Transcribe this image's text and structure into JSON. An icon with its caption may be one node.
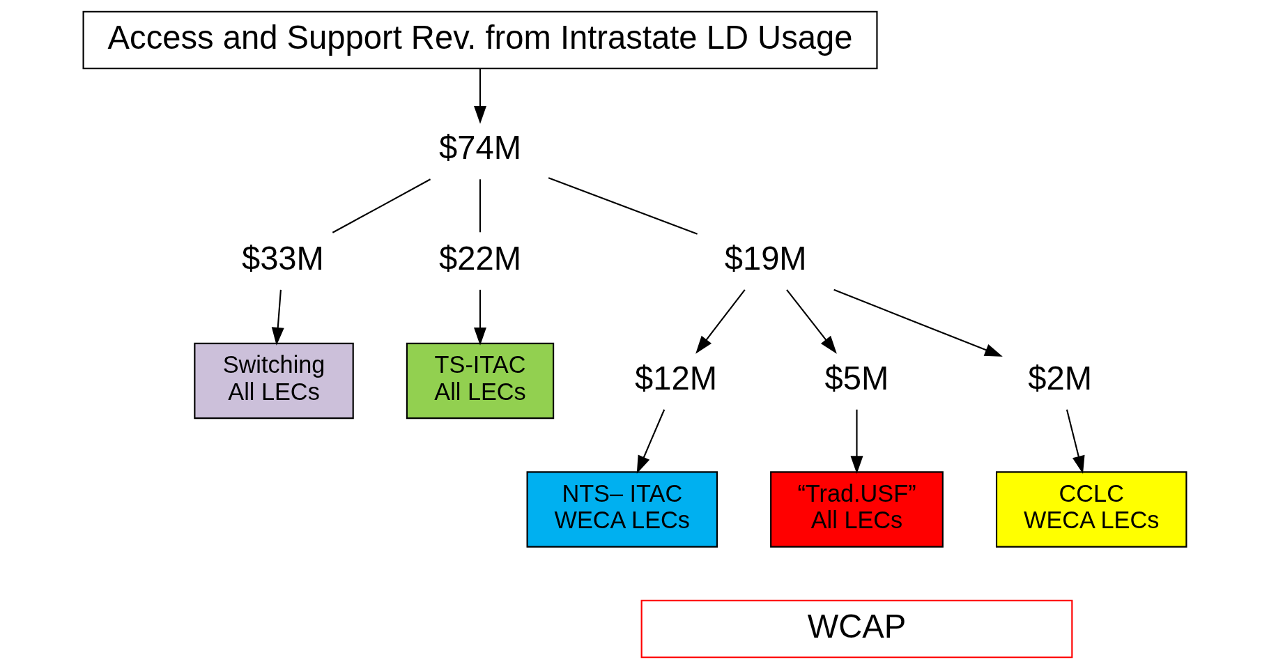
{
  "diagram": {
    "nodes": [
      {
        "text": [
          "Access and Support Rev. from Intrastate LD Usage"
        ]
      },
      {
        "text": [
          "$74M"
        ]
      },
      {
        "text": [
          "$33M"
        ]
      },
      {
        "text": [
          "$22M"
        ]
      },
      {
        "text": [
          "$19M"
        ]
      },
      {
        "text": [
          "Switching",
          "All LECs"
        ]
      },
      {
        "text": [
          "TS-ITAC",
          "All LECs"
        ]
      },
      {
        "text": [
          "$12M"
        ]
      },
      {
        "text": [
          "$5M"
        ]
      },
      {
        "text": [
          "$2M"
        ]
      },
      {
        "text": [
          "NTS– ITAC",
          "WECA LECs"
        ]
      },
      {
        "text": [
          "“Trad.USF”",
          "All LECs"
        ]
      },
      {
        "text": [
          "CCLC",
          "WECA LECs"
        ]
      },
      {
        "text": [
          "WCAP"
        ]
      }
    ],
    "edges": [
      {
        "from": 0,
        "to": 1,
        "arrow": "to"
      },
      {
        "from": 1,
        "to": 2,
        "arrow": "none"
      },
      {
        "from": 1,
        "to": 3,
        "arrow": "none"
      },
      {
        "from": 1,
        "to": 4,
        "arrow": "none"
      },
      {
        "from": 2,
        "to": 5,
        "arrow": "to"
      },
      {
        "from": 3,
        "to": 6,
        "arrow": "to"
      },
      {
        "from": 4,
        "to": 7,
        "arrow": "to"
      },
      {
        "from": 4,
        "to": 8,
        "arrow": "to"
      },
      {
        "from": 4,
        "to": 9,
        "arrow": "to"
      },
      {
        "from": 7,
        "to": 10,
        "arrow": "to"
      },
      {
        "from": 8,
        "to": 11,
        "arrow": "to"
      },
      {
        "from": 9,
        "to": 12,
        "arrow": "to"
      }
    ]
  }
}
